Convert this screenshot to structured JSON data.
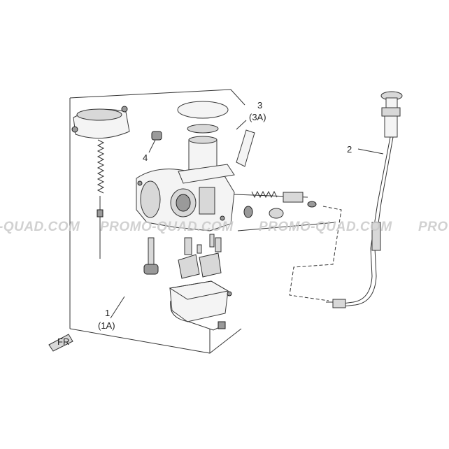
{
  "callouts": {
    "c1": "1",
    "c1a": "(1A)",
    "c2": "2",
    "c3": "3",
    "c3a": "(3A)",
    "c4": "4"
  },
  "watermark": {
    "w1": "-QUAD.COM",
    "w2": "PROMO-QUAD.COM",
    "w3": "PROMO-QUAD.COM",
    "w4": "PRO"
  },
  "front_marker": "FR"
}
